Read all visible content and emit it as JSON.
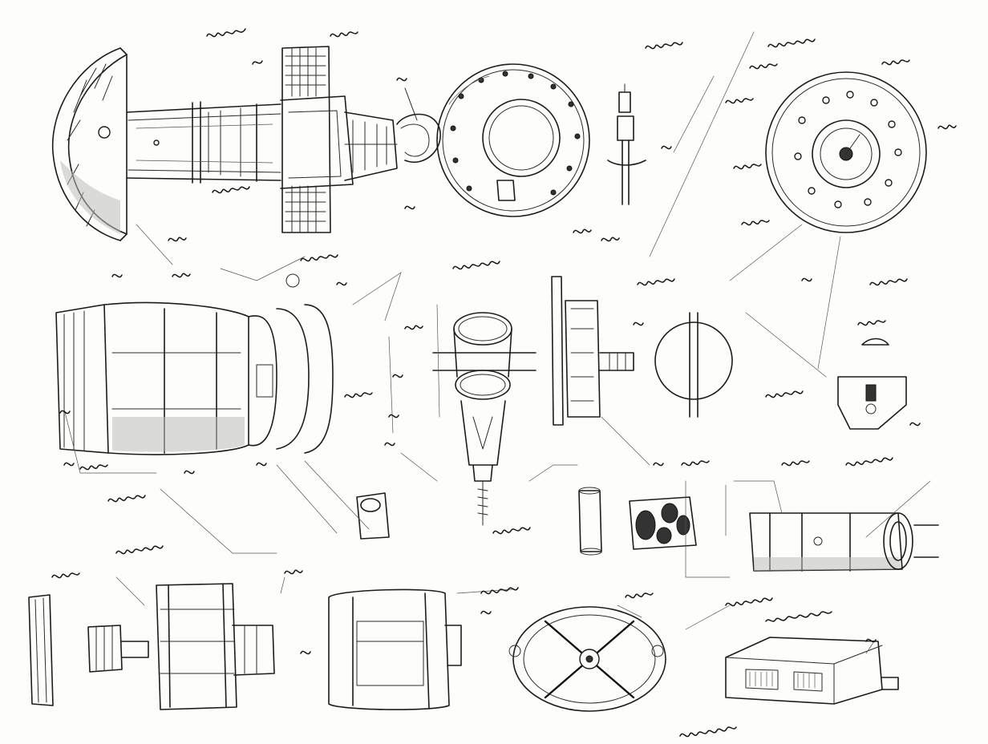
{
  "colors": {
    "paper": "#fdfdfb",
    "ink": "#1c1c1c",
    "shade": "#bdbdbd"
  },
  "icons": [
    "bevel-gear-disc",
    "shaft-assembly",
    "bolt",
    "flywheel",
    "housing-cylinder",
    "coupling",
    "pipe-sleeve",
    "valve-block",
    "spool-shaft",
    "motor-housing",
    "cross-spider",
    "battery-module"
  ]
}
